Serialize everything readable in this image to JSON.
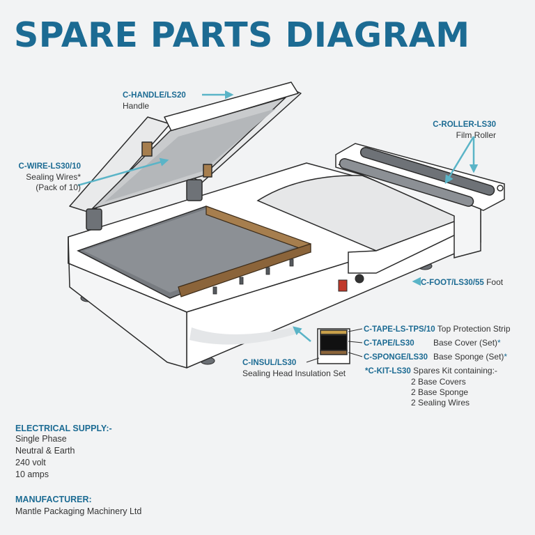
{
  "title": "SPARE PARTS DIAGRAM",
  "parts": {
    "handle": {
      "code": "C-HANDLE/LS20",
      "desc": "Handle"
    },
    "wire": {
      "code": "C-WIRE-LS30/10",
      "desc": "Sealing Wires*",
      "desc2": "(Pack of 10)"
    },
    "roller": {
      "code": "C-ROLLER-LS30",
      "desc": "Film Roller"
    },
    "foot": {
      "code": "C-FOOT/LS30/55",
      "desc": "Foot"
    },
    "tape_tps": {
      "code": "C-TAPE-LS-TPS/10",
      "desc": "Top Protection Strip"
    },
    "tape": {
      "code": "C-TAPE/LS30",
      "desc": "Base Cover (Set)",
      "mark": "*"
    },
    "sponge": {
      "code": "C-SPONGE/LS30",
      "desc": "Base Sponge (Set)",
      "mark": "*"
    },
    "insul": {
      "code": "C-INSUL/LS30",
      "desc": "Sealing Head Insulation Set"
    },
    "kit": {
      "code": "*C-KIT-LS30",
      "desc": "Spares Kit containing:-",
      "items": [
        "2 Base Covers",
        "2 Base Sponge",
        "2 Sealing Wires"
      ]
    }
  },
  "electrical": {
    "heading": "ELECTRICAL SUPPLY:-",
    "lines": [
      "Single Phase",
      "Neutral & Earth",
      "240 volt",
      "10 amps"
    ]
  },
  "manufacturer": {
    "heading": "MANUFACTURER:",
    "name": "Mantle Packaging Machinery Ltd"
  },
  "colors": {
    "accent": "#1c6b93",
    "arrow": "#5ab4c7",
    "outline": "#2a2a2a"
  }
}
